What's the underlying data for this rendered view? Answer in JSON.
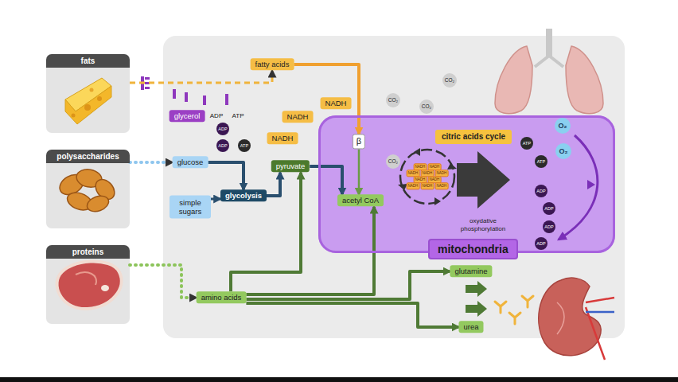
{
  "diagram": {
    "nodes": [
      {
        "text": [
          "fats"
        ]
      },
      {
        "text": [
          "polysaccharides"
        ]
      },
      {
        "text": [
          "proteins"
        ]
      },
      {
        "text": [
          "fatty acids"
        ]
      },
      {
        "text": [
          "CO₂"
        ]
      },
      {
        "text": [
          "NADH"
        ]
      },
      {
        "text": [
          "CO₂"
        ]
      },
      {
        "text": [
          "CO₂"
        ]
      },
      {
        "text": [
          "glycerol"
        ]
      },
      {
        "text": [
          "NADH"
        ]
      },
      {
        "text": [
          "ADP"
        ]
      },
      {
        "text": [
          "NADH"
        ]
      },
      {
        "text": [
          "ADP"
        ]
      },
      {
        "text": [
          "ATP"
        ]
      },
      {
        "text": [
          "glucose"
        ]
      },
      {
        "text": [
          "pyruvate"
        ]
      },
      {
        "text": [
          "glycolysis"
        ]
      },
      {
        "text": [
          "simple sugars"
        ]
      },
      {
        "text": [
          "amino acids"
        ]
      },
      {
        "text": [
          "mitochondria"
        ]
      },
      {
        "text": [
          "β"
        ],
        "in": 19
      },
      {
        "text": [
          "citric acids cycle"
        ],
        "in": 19
      },
      {
        "text": [
          "O₂"
        ],
        "in": 19
      },
      {
        "text": [
          "ATP"
        ],
        "in": 19
      },
      {
        "text": [
          "O₂"
        ],
        "in": 19
      },
      {
        "text": [
          "CO₂"
        ],
        "in": 19
      },
      {
        "text": [
          "ATP"
        ],
        "in": 19
      },
      {
        "text": [
          "acetyl CoA"
        ],
        "in": 19
      },
      {
        "text": [
          "ADP"
        ],
        "in": 19
      },
      {
        "text": [
          "ADP"
        ],
        "in": 19
      },
      {
        "text": [
          "ADP"
        ],
        "in": 19
      },
      {
        "text": [
          "ADP"
        ],
        "in": 19
      },
      {
        "text": [
          "NADH"
        ],
        "in": 19
      },
      {
        "text": [
          "NADH"
        ],
        "in": 19
      },
      {
        "text": [
          "NADH"
        ],
        "in": 19
      },
      {
        "text": [
          "NADH"
        ],
        "in": 19
      },
      {
        "text": [
          "NADH"
        ],
        "in": 19
      },
      {
        "text": [
          "NADH"
        ],
        "in": 19
      },
      {
        "text": [
          "NADH"
        ],
        "in": 19
      },
      {
        "text": [
          "NADH"
        ],
        "in": 19
      },
      {
        "text": [
          "NADH"
        ],
        "in": 19
      },
      {
        "text": [
          "NADH"
        ],
        "in": 19
      },
      {
        "text": [
          "glutamine"
        ]
      },
      {
        "text": [
          "urea"
        ]
      }
    ],
    "edges": [
      {
        "from": 0,
        "to": 3,
        "arrow": "to"
      },
      {
        "from": 3,
        "to": 20,
        "arrow": "to"
      },
      {
        "from": 1,
        "to": 14,
        "arrow": "to"
      },
      {
        "from": 14,
        "to": 16,
        "arrow": "to"
      },
      {
        "from": 17,
        "to": 16,
        "arrow": "to"
      },
      {
        "from": 16,
        "to": 15,
        "arrow": "to"
      },
      {
        "from": 15,
        "to": 27,
        "arrow": "to"
      },
      {
        "from": 20,
        "to": 27,
        "arrow": "to"
      },
      {
        "from": 2,
        "to": 18,
        "arrow": "to"
      },
      {
        "from": 18,
        "to": 15,
        "arrow": "to"
      },
      {
        "from": 18,
        "to": 27,
        "arrow": "to"
      },
      {
        "from": 18,
        "to": 42,
        "arrow": "to"
      },
      {
        "from": 18,
        "to": 43,
        "arrow": "to"
      }
    ],
    "labels": [
      "ADP",
      "ATP",
      "oxydative phosphorylation"
    ]
  }
}
